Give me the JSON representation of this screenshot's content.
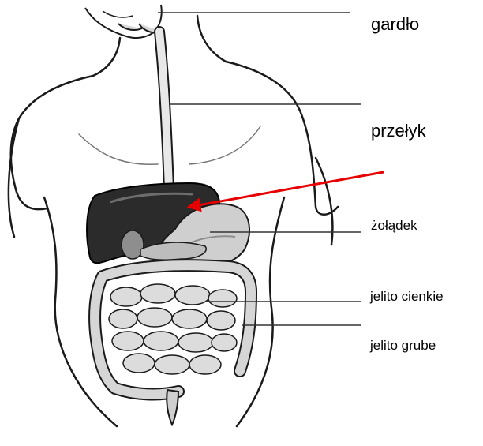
{
  "labels": {
    "throat": "gardło",
    "esophagus": "przełyk",
    "stomach": "żołądek",
    "small_intestine": "jelito cienkie",
    "large_intestine": "jelito grube"
  },
  "colors": {
    "background": "#ffffff",
    "body_outline": "#1a1a1a",
    "body_fill": "#ffffff",
    "organ_fill": "#cfcfcf",
    "organ_dark": "#8e8e8e",
    "liver": "#2b2b2b",
    "leader_line": "#333333",
    "arrow": "#e60000"
  },
  "icons": {
    "arrow": "red-arrow-pointing-to-liver"
  }
}
